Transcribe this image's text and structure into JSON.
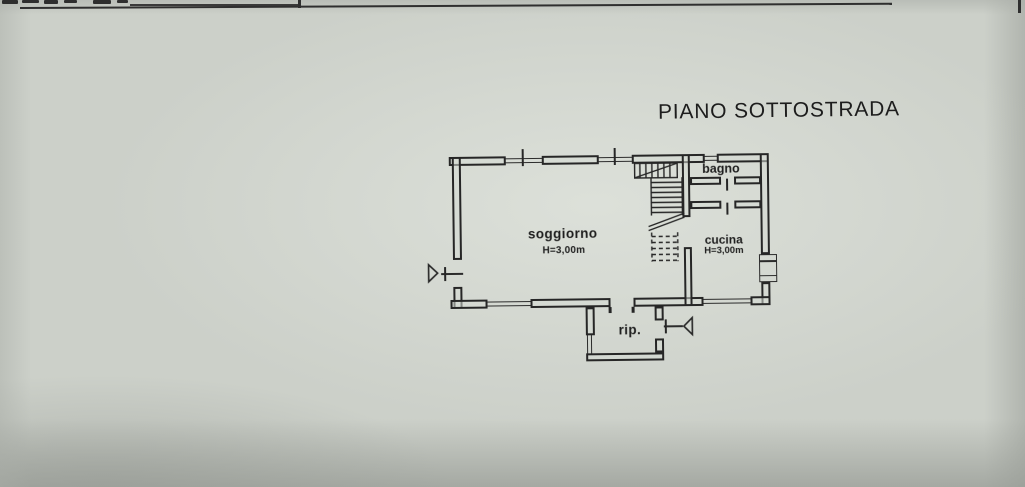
{
  "title": "PIANO SOTTOSTRADA",
  "plan": {
    "rooms": [
      {
        "id": "soggiorno",
        "label": "soggiorno",
        "height": "H=3,00m"
      },
      {
        "id": "bagno",
        "label": "bagno",
        "height": ""
      },
      {
        "id": "cucina",
        "label": "cucina",
        "height": "H=3,00m"
      },
      {
        "id": "ripostiglio",
        "label": "rip.",
        "height": ""
      }
    ],
    "icons": [
      "stairs-icon",
      "door-swing-icon",
      "window-icon"
    ]
  },
  "colors": {
    "paper": "#ccd0c9",
    "ink": "#262626"
  }
}
